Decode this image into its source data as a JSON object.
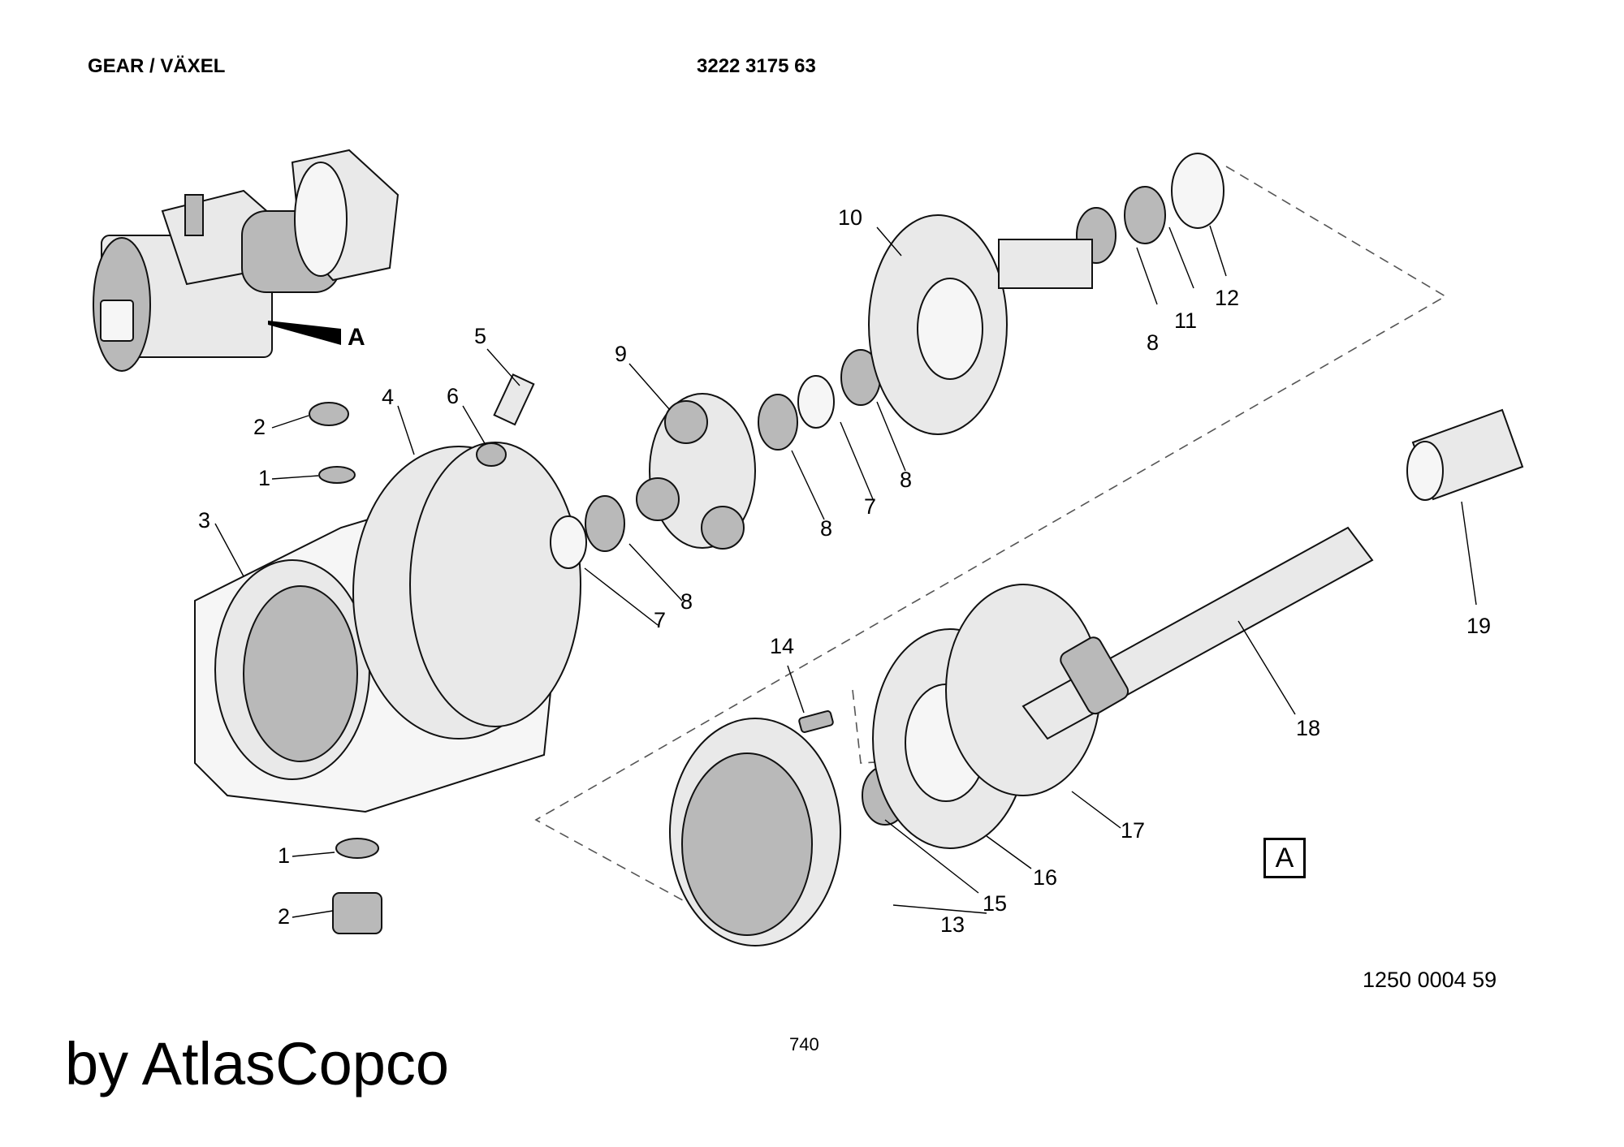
{
  "header": {
    "title": "GEAR / VÄXEL",
    "part_number": "3222 3175 63"
  },
  "callouts": [
    "1",
    "2",
    "3",
    "4",
    "5",
    "6",
    "7",
    "8",
    "9",
    "10",
    "11",
    "12",
    "13",
    "14",
    "15",
    "16",
    "17",
    "18",
    "19"
  ],
  "inset": {
    "view_label": "A"
  },
  "view_marker": "A",
  "drawing_number": "1250 0004 59",
  "page_number": "740",
  "brand": "by AtlasCopco"
}
